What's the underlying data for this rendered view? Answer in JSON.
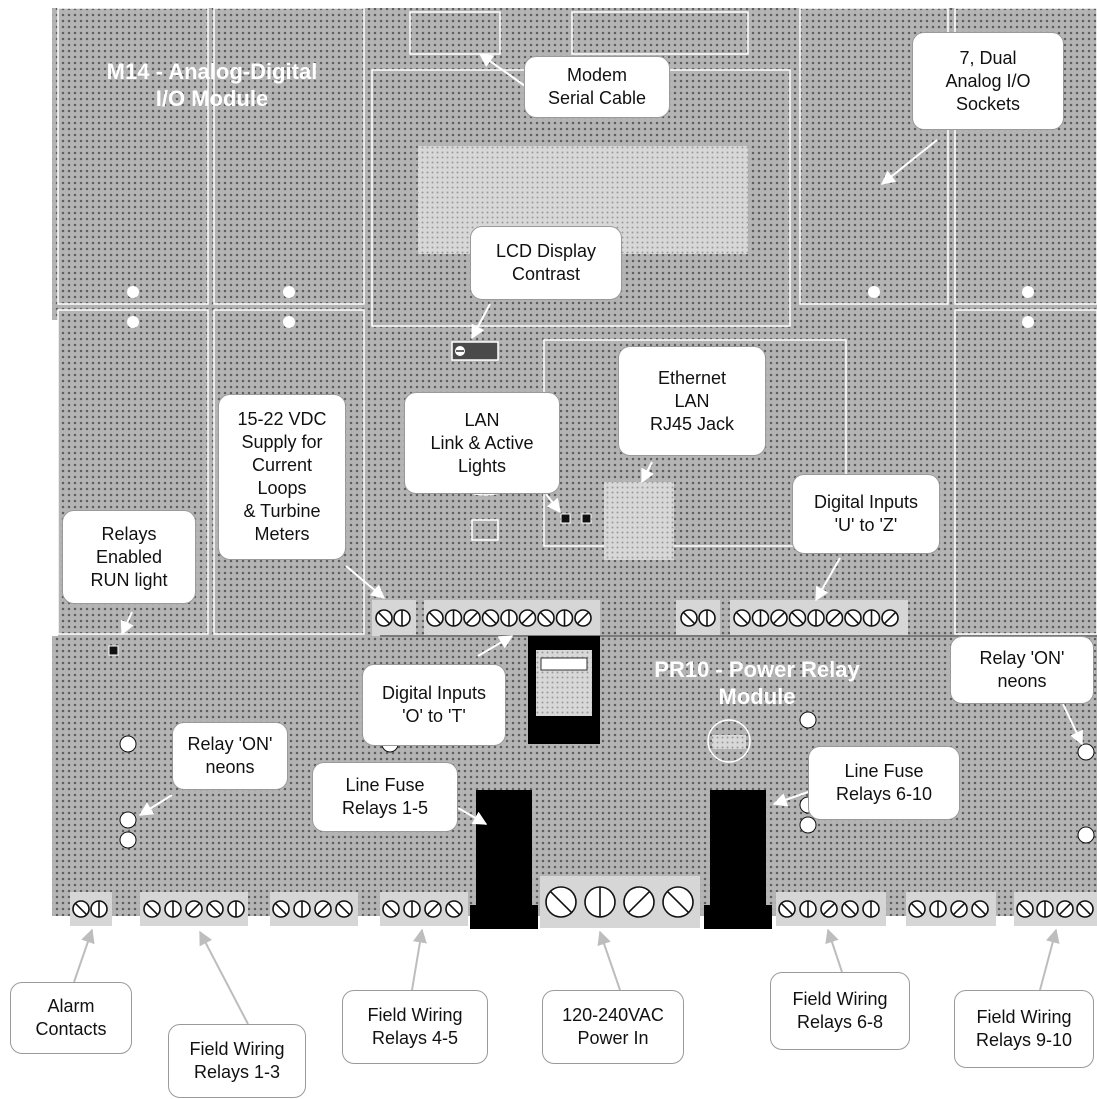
{
  "modules": {
    "m14_title": "M14 - Analog-Digital\nI/O Module",
    "pr10_title": "PR10 - Power Relay\nModule"
  },
  "callouts": {
    "modem": "Modem\nSerial Cable",
    "analog_sockets": "7, Dual\nAnalog I/O\nSockets",
    "lcd": "LCD Display\nContrast",
    "ethernet": "Ethernet\nLAN\nRJ45 Jack",
    "lan_lights": "LAN\nLink & Active\nLights",
    "vdc_supply": "15-22 VDC\nSupply for\nCurrent\nLoops\n& Turbine\nMeters",
    "digital_uz": "Digital Inputs\n'U' to 'Z'",
    "relays_enabled": "Relays\nEnabled\nRUN light",
    "relay_on_right": "Relay 'ON'\nneons",
    "digital_ot": "Digital Inputs\n'O' to 'T'",
    "relay_on_left": "Relay 'ON'\nneons",
    "line_fuse_1_5": "Line Fuse\nRelays 1-5",
    "line_fuse_6_10": "Line Fuse\nRelays 6-10",
    "alarm": "Alarm\nContacts",
    "fw_1_3": "Field Wiring\nRelays 1-3",
    "fw_4_5": "Field Wiring\nRelays 4-5",
    "power_in": "120-240VAC\nPower In",
    "fw_6_8": "Field Wiring\nRelays 6-8",
    "fw_9_10": "Field Wiring\nRelays 9-10"
  },
  "colors": {
    "board": "#b4b4b4",
    "dot": "#5e5e5e",
    "outline": "#ffffff",
    "arrow": "#c8c8c8",
    "terminal": "#d6d6d6",
    "fuse": "#000000"
  }
}
